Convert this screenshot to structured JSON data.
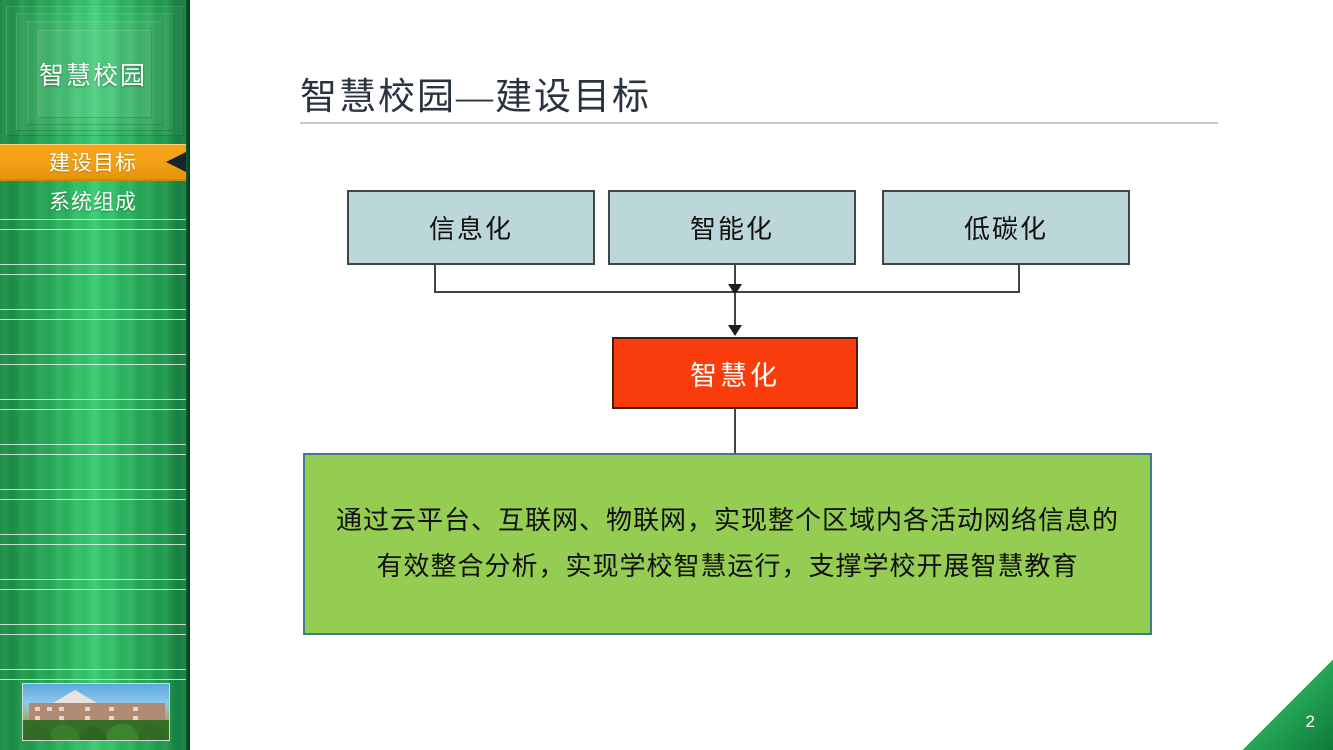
{
  "slide": {
    "page_number": "2",
    "title": "智慧校园—建设目标"
  },
  "sidebar": {
    "brand": "智慧校园",
    "items": [
      {
        "label": "建设目标",
        "active": true,
        "marker": "left-arrow-marker"
      },
      {
        "label": "系统组成",
        "active": false
      }
    ],
    "photo_caption": "campus-building-photo",
    "colors": {
      "green_dark": "#14743a",
      "green_mid": "#2bb45f",
      "green_light": "#39cc74",
      "active_orange": "#f2a015",
      "marker": "#1a2230"
    }
  },
  "diagram": {
    "type": "flow",
    "top_nodes": [
      {
        "label": "信息化"
      },
      {
        "label": "智能化"
      },
      {
        "label": "低碳化"
      }
    ],
    "result_node": {
      "label": "智慧化"
    },
    "description_node": {
      "lines": [
        "通过云平台、互联网、物联网，实现整个区域内各活动网络信息的",
        "有效整合分析，实现学校智慧运行，支撑学校开展智慧教育"
      ]
    },
    "colors": {
      "top_node_fill": "#bcd7da",
      "top_node_border": "#3f4548",
      "result_fill": "#f93c0b",
      "result_border": "#3f2214",
      "result_text": "#ffffff",
      "description_fill": "#95cc52",
      "description_border": "#3c7a92",
      "connector": "#3f4548"
    }
  }
}
